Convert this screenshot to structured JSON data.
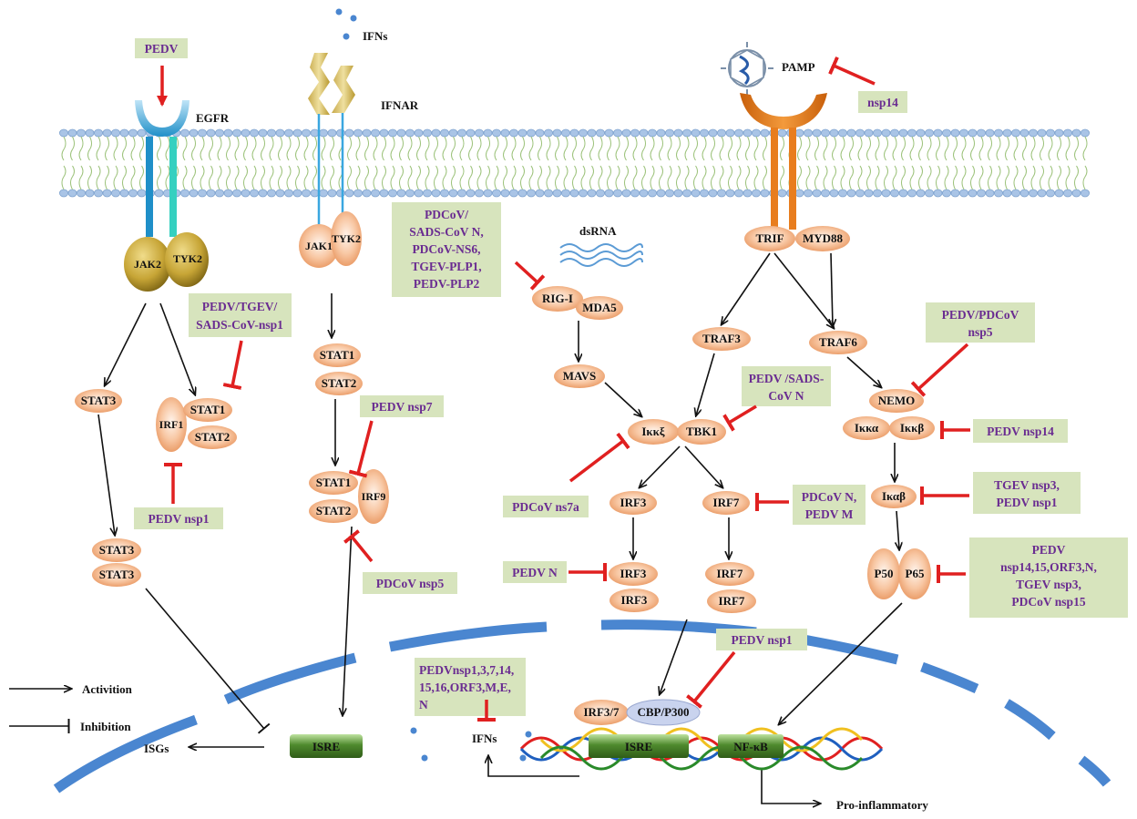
{
  "labels": {
    "pedv_top": "PEDV",
    "egfr": "EGFR",
    "ifns_top": "IFNs",
    "ifnar": "IFNAR",
    "pamp": "PAMP",
    "dsrna": "dsRNA",
    "jak2": "JAK2",
    "tyk2_left": "TYK2",
    "jak1": "JAK1",
    "tyk2_right": "TYK2",
    "trif": "TRIF",
    "myd88": "MYD88",
    "rigi": "RIG-I",
    "mda5": "MDA5",
    "traf3": "TRAF3",
    "traf6": "TRAF6",
    "mavs": "MAVS",
    "stat3_a": "STAT3",
    "stat1_a": "STAT1",
    "irf1": "IRF1",
    "stat2_a": "STAT2",
    "stat1_b": "STAT1",
    "stat2_b": "STAT2",
    "ikke": "Iκκξ",
    "tbk1": "TBK1",
    "nemo": "NEMO",
    "ikka": "Iκκα",
    "ikkb": "Iκκβ",
    "stat1_c": "STAT1",
    "stat2_c": "STAT2",
    "irf9": "IRF9",
    "irf3_a": "IRF3",
    "irf7_a": "IRF7",
    "ikab": "Iκαβ",
    "stat3_b": "STAT3",
    "stat3_c": "STAT3",
    "irf3_b": "IRF3",
    "irf3_c": "IRF3",
    "irf7_b": "IRF7",
    "irf7_c": "IRF7",
    "p50": "P50",
    "p65": "P65",
    "irf37": "IRF3/7",
    "cbp": "CBP/P300",
    "isre_left": "ISRE",
    "isre_right": "ISRE",
    "nfkb": "NF-κB",
    "ifns_bottom": "IFNs",
    "isgs": "ISGs",
    "proinflammatory": "Pro-inflammatory",
    "legend_activation": "Activition",
    "legend_inhibition": "Inhibition"
  },
  "viral_boxes": {
    "nsp14_top": [
      "nsp14"
    ],
    "pdcov_n_group": [
      "PDCoV/",
      "SADS-CoV N,",
      "PDCoV-NS6,",
      "TGEV-PLP1,",
      "PEDV-PLP2"
    ],
    "pedv_tgev_sads": [
      "PEDV/TGEV/",
      "SADS-CoV-nsp1"
    ],
    "pedv_pdcov_nsp5": [
      "PEDV/PDCoV",
      "nsp5"
    ],
    "pedv_sads_n": [
      "PEDV /SADS-",
      "CoV N"
    ],
    "pedv_nsp7": [
      "PEDV nsp7"
    ],
    "pedv_nsp14_right": [
      "PEDV nsp14"
    ],
    "tgev_nsp3": [
      "TGEV nsp3,",
      "PEDV nsp1"
    ],
    "pedv_nsp1_left": [
      "PEDV nsp1"
    ],
    "pdcov_ns7a": [
      "PDCoV ns7a"
    ],
    "pdcov_n_pedv_m": [
      "PDCoV N,",
      "PEDV M"
    ],
    "pedv_big": [
      "PEDV",
      "nsp14,15,ORF3,N,",
      "TGEV nsp3,",
      "PDCoV nsp15"
    ],
    "pedv_n": [
      "PEDV N"
    ],
    "pdcov_nsp5": [
      "PDCoV nsp5"
    ],
    "pedv_nsp1_mid": [
      "PEDV nsp1"
    ],
    "pedv_multi": [
      "PEDVnsp1,3,7,14,",
      "15,16,ORF3,M,E,",
      "N"
    ]
  },
  "colors": {
    "box_fill": "#d7e4bd",
    "viral_text": "#6a2c91",
    "inhibition": "#e02020",
    "membrane": "#8fb0d8",
    "nucleus": "#4a86d0",
    "trif_receptor": "#e87d1e",
    "protein_fill": "#f4b183",
    "isre_fill": "#4f8a2e"
  }
}
